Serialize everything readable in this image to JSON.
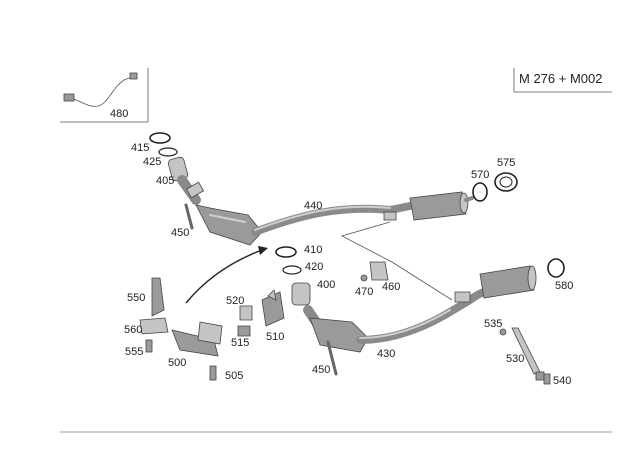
{
  "engine_code": "M 276 + M002",
  "parts": {
    "p480": "480",
    "p415": "415",
    "p425": "425",
    "p405": "405",
    "p450a": "450",
    "p440": "440",
    "p570": "570",
    "p575": "575",
    "p410": "410",
    "p420": "420",
    "p400": "400",
    "p470": "470",
    "p460": "460",
    "p580": "580",
    "p550": "550",
    "p560": "560",
    "p555": "555",
    "p500": "500",
    "p505": "505",
    "p520": "520",
    "p515": "515",
    "p510": "510",
    "p430": "430",
    "p450b": "450",
    "p535": "535",
    "p530": "530",
    "p540": "540"
  }
}
